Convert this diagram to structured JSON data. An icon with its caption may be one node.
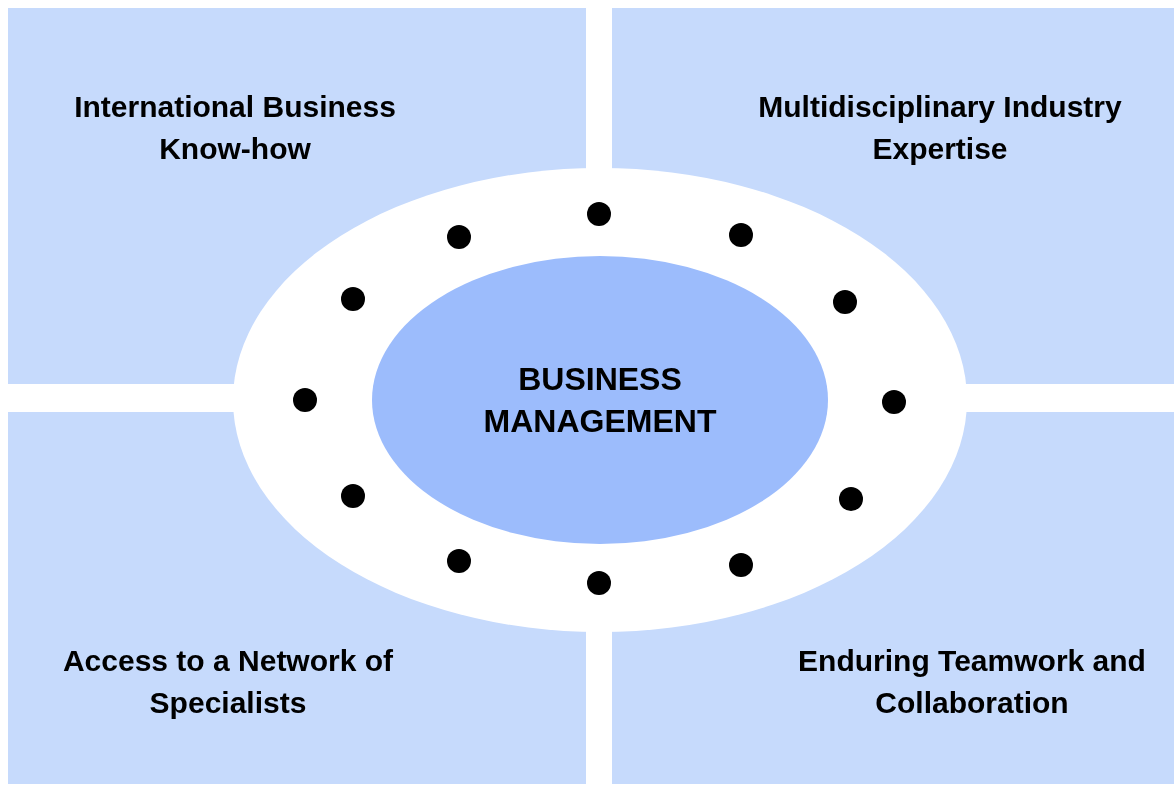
{
  "diagram": {
    "nodes": [
      {
        "text": [
          "International Business Know-how"
        ]
      },
      {
        "text": [
          "Multidisciplinary Industry Expertise"
        ]
      },
      {
        "text": [
          "Access to a Network of Specialists"
        ]
      },
      {
        "text": [
          "Enduring Teamwork and Collaboration"
        ]
      },
      {
        "text": [
          "BUSINESS MANAGEMENT"
        ]
      }
    ]
  }
}
